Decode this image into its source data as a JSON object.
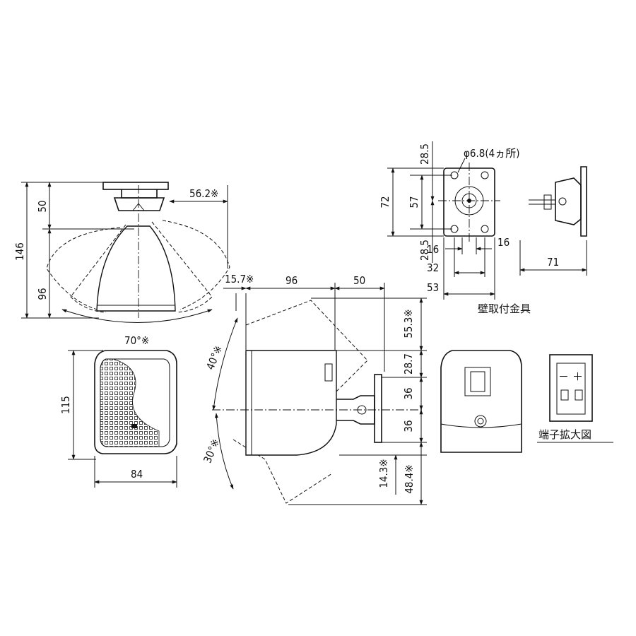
{
  "front_view": {
    "dim_total_height": "146",
    "dim_bracket_height": "50",
    "dim_body_height": "96",
    "dim_offset": "56.2※",
    "dim_swing_angle": "70°※"
  },
  "face_view": {
    "dim_height": "115",
    "dim_width": "84"
  },
  "side_view": {
    "dim_front_offset": "15.7※",
    "dim_depth": "96",
    "dim_bracket_depth": "50",
    "dim_top_clearance": "55.3※",
    "dim_upper": "28.7",
    "dim_mid_a": "36",
    "dim_mid_b": "36",
    "dim_bottom_offset": "14.3※",
    "dim_bottom_total": "48.4※",
    "angle_up": "40°※",
    "angle_down": "30°※"
  },
  "bracket_view": {
    "dim_top": "28.5",
    "dim_height": "72",
    "dim_center": "57",
    "dim_bottom": "28.5",
    "hole_note": "φ6.8(4ヵ所)",
    "dim_w16_left": "16",
    "dim_w16_right": "16",
    "dim_w32": "32",
    "dim_w53": "53",
    "dim_side_71": "71",
    "caption": "壁取付金具"
  },
  "terminal_view": {
    "minus_sign": "－",
    "plus_sign": "＋",
    "caption": "端子拡大図"
  }
}
